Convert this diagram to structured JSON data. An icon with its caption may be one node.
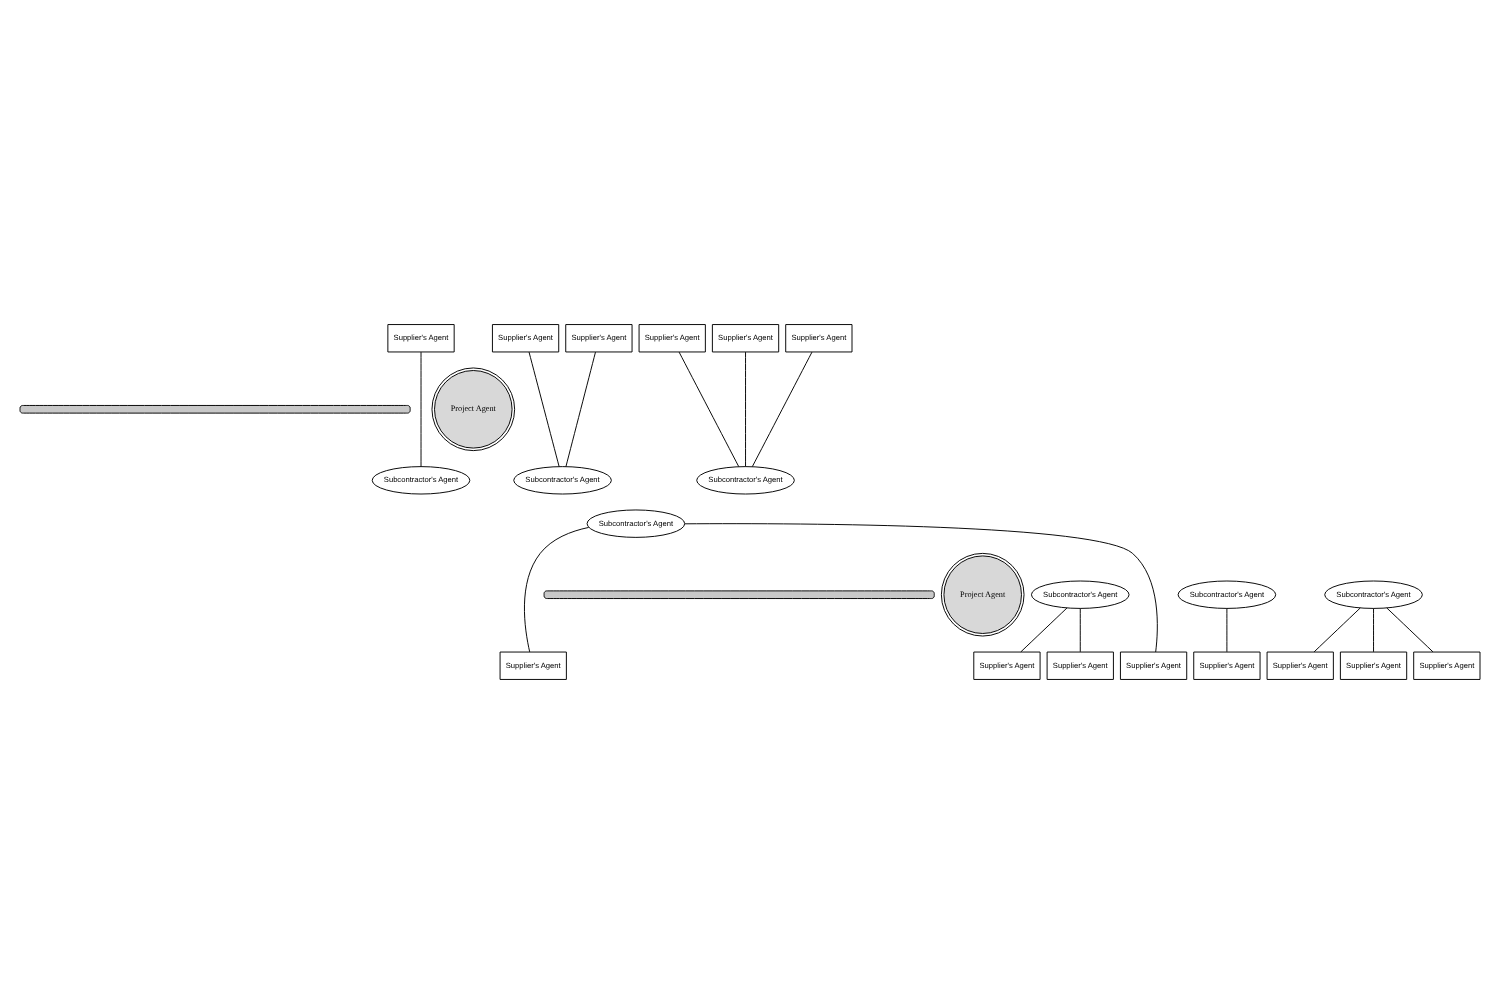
{
  "diagram": {
    "nodes": [
      {
        "text": [
          "Supplier's Agent"
        ]
      },
      {
        "text": [
          "Supplier's Agent"
        ]
      },
      {
        "text": [
          "Supplier's Agent"
        ]
      },
      {
        "text": [
          "Supplier's Agent"
        ]
      },
      {
        "text": [
          "Supplier's Agent"
        ]
      },
      {
        "text": [
          "Supplier's Agent"
        ]
      },
      {
        "text": [],
        "shape": "cylinder"
      },
      {
        "text": [
          "Project Agent"
        ]
      },
      {
        "text": [
          "Subcontractor's Agent"
        ]
      },
      {
        "text": [
          "Subcontractor's Agent"
        ]
      },
      {
        "text": [
          "Subcontractor's Agent"
        ]
      },
      {
        "text": [
          "Subcontractor's Agent"
        ]
      },
      {
        "text": [
          "Subcontractor's Agent"
        ]
      },
      {
        "text": [
          "Subcontractor's Agent"
        ]
      },
      {
        "text": [
          "Subcontractor's Agent"
        ]
      },
      {
        "text": [],
        "shape": "cylinder"
      },
      {
        "text": [
          "Project Agent"
        ]
      },
      {
        "text": [
          "Supplier's Agent"
        ]
      },
      {
        "text": [
          "Supplier's Agent"
        ]
      },
      {
        "text": [
          "Supplier's Agent"
        ]
      },
      {
        "text": [
          "Supplier's Agent"
        ]
      },
      {
        "text": [
          "Supplier's Agent"
        ]
      },
      {
        "text": [
          "Supplier's Agent"
        ]
      },
      {
        "text": [
          "Supplier's Agent"
        ]
      },
      {
        "text": [
          "Supplier's Agent"
        ]
      }
    ],
    "edges": [
      {
        "from": 0,
        "to": 8,
        "arrow": "none"
      },
      {
        "from": 1,
        "to": 9,
        "arrow": "none"
      },
      {
        "from": 2,
        "to": 9,
        "arrow": "none"
      },
      {
        "from": 3,
        "to": 10,
        "arrow": "none"
      },
      {
        "from": 4,
        "to": 10,
        "arrow": "none"
      },
      {
        "from": 5,
        "to": 10,
        "arrow": "none"
      },
      {
        "from": 12,
        "to": 17,
        "arrow": "none"
      },
      {
        "from": 12,
        "to": 18,
        "arrow": "none"
      },
      {
        "from": 11,
        "to": 19,
        "arrow": "none"
      },
      {
        "from": 11,
        "to": 20,
        "arrow": "none"
      },
      {
        "from": 13,
        "to": 21,
        "arrow": "none"
      },
      {
        "from": 14,
        "to": 22,
        "arrow": "none"
      },
      {
        "from": 14,
        "to": 23,
        "arrow": "none"
      },
      {
        "from": 14,
        "to": 24,
        "arrow": "none"
      }
    ]
  }
}
